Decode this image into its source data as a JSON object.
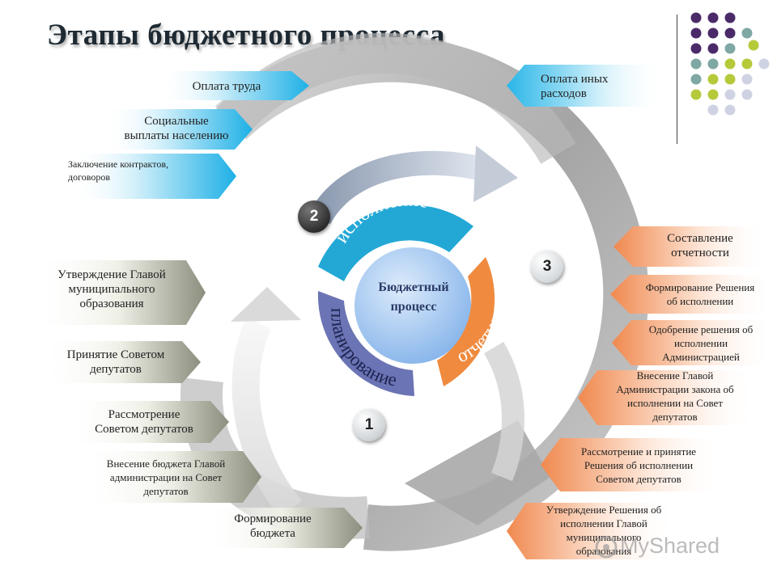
{
  "title": "Этапы бюджетного процесса",
  "center": {
    "line1": "Бюджетный",
    "line2": "процесс"
  },
  "phases": {
    "planning": "планирование",
    "execution": "исполнение",
    "reporting": "отчетность"
  },
  "steps": [
    "1",
    "2",
    "3"
  ],
  "labels": {
    "pay": "Оплата труда",
    "social_1": "Социальные",
    "social_2": "выплаты населению",
    "contracts_1": "Заключение контрактов,",
    "contracts_2": "договоров",
    "other_1": "Оплата иных",
    "other_2": "расходов",
    "approval_head_1": "Утверждение Главой",
    "approval_head_2": "муниципального",
    "approval_head_3": "образования",
    "adoption_council_1": "Принятие  Советом",
    "adoption_council_2": "депутатов",
    "review_council_1": "Рассмотрение",
    "review_council_2": "Советом депутатов",
    "submission_1": "Внесение бюджета Главой",
    "submission_2": "администрации на Совет",
    "submission_3": "депутатов",
    "formation_1": "Формирование",
    "formation_2": "бюджета",
    "report_compile_1": "Составление",
    "report_compile_2": "отчетности",
    "decision_form_1": "Формирование Решения",
    "decision_form_2": "об исполнении",
    "approval_admin_1": "Одобрение решения об",
    "approval_admin_2": "исполнении",
    "approval_admin_3": "Администрацией",
    "submission_law_1": "Внесение Главой",
    "submission_law_2": "Администрации закона об",
    "submission_law_3": "исполнении на Совет",
    "submission_law_4": "депутатов",
    "review_decision_1": "Рассмотрение и принятие",
    "review_decision_2": "Решения об исполнении",
    "review_decision_3": "Советом депутатов",
    "final_approval_1": "Утверждение Решения об",
    "final_approval_2": "исполнении Главой",
    "final_approval_3": "муниципального",
    "final_approval_4": "образования"
  },
  "watermark": "MyShared",
  "colors": {
    "blue_arrow": "#29b6e8",
    "gray_arrow": "#8c8f7e",
    "orange_arrow": "#f0894f",
    "planning_band": "#6b74b4",
    "execution_band": "#23a8d6",
    "reporting_band": "#ef8a3e",
    "center_disc": "#8ab8ec",
    "ring": "#9a9a9a",
    "dot_purple": "#4b2a69",
    "dot_teal": "#7fa7a3",
    "dot_olive": "#b6c93a",
    "dot_light": "#cfd2e2"
  }
}
